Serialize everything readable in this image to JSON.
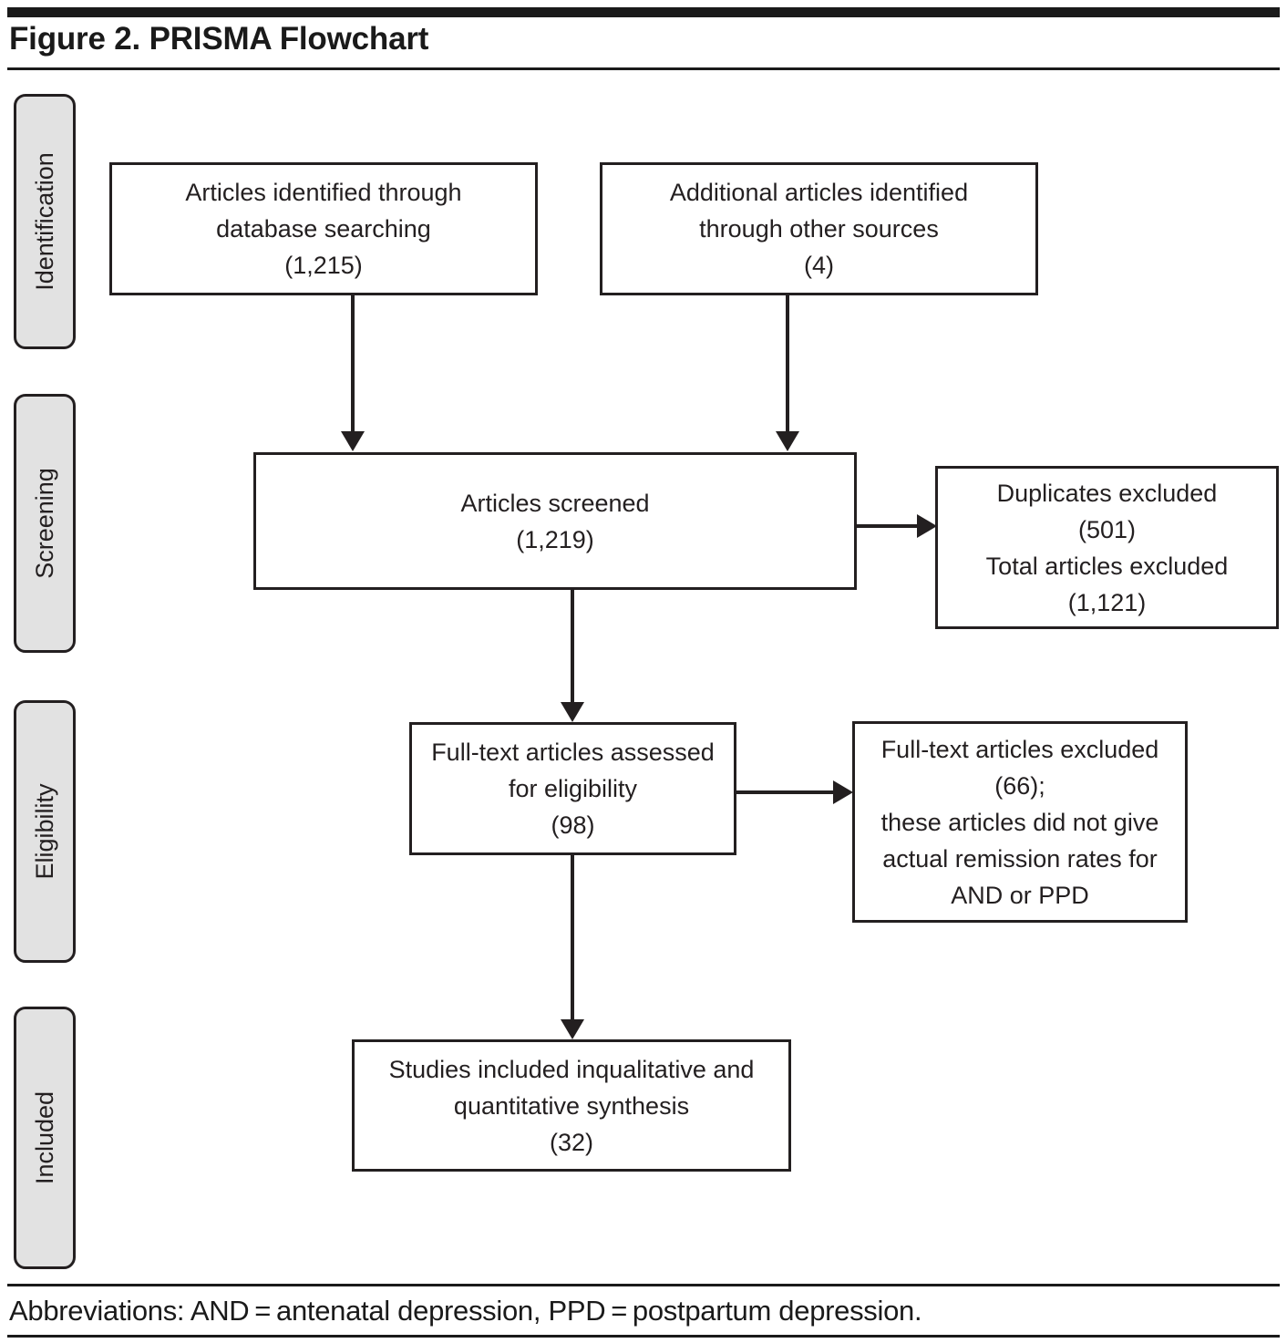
{
  "figure": {
    "title": "Figure 2. PRISMA Flowchart",
    "footnote": "Abbreviations: AND = antenatal depression, PPD = postpartum depression."
  },
  "stages": [
    {
      "label": "Identification"
    },
    {
      "label": "Screening"
    },
    {
      "label": "Eligibility"
    },
    {
      "label": "Included"
    }
  ],
  "boxes": {
    "database_search": {
      "text": "Articles identified through\ndatabase searching\n(1,215)",
      "count": 1215
    },
    "other_sources": {
      "text": "Additional articles identified\nthrough other sources\n(4)",
      "count": 4
    },
    "screened": {
      "text": "Articles screened\n(1,219)",
      "count": 1219
    },
    "duplicates_excluded": {
      "text": "Duplicates excluded\n(501)\nTotal articles excluded\n(1,121)",
      "duplicates": 501,
      "total_excluded": 1121
    },
    "full_text_assessed": {
      "text": "Full-text articles assessed\nfor eligibility\n(98)",
      "count": 98
    },
    "full_text_excluded": {
      "text": "Full-text articles excluded\n(66);\nthese articles did not give\nactual remission rates for\nAND or PPD",
      "count": 66
    },
    "included": {
      "text": "Studies included inqualitative and\nquantitative synthesis\n(32)",
      "count": 32
    }
  },
  "colors": {
    "ink": "#231f20",
    "stage_fill": "#e2e2e2",
    "box_fill": "#ffffff"
  }
}
